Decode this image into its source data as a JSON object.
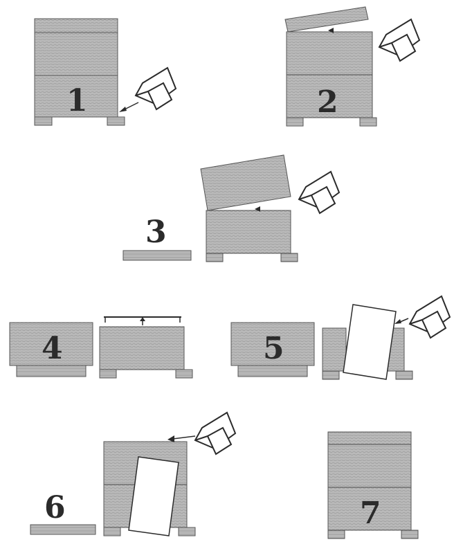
{
  "steps": [
    {
      "label": "1"
    },
    {
      "label": "2"
    },
    {
      "label": "3"
    },
    {
      "label": "4"
    },
    {
      "label": "5"
    },
    {
      "label": "6"
    },
    {
      "label": "7"
    }
  ],
  "colors": {
    "hatch": "#b8b8b8",
    "hatch_line": "#8a8a8a",
    "ink": "#2b2b2b",
    "frame": "#ffffff",
    "background": "#ffffff"
  },
  "icons": [
    "smoker-icon",
    "arrow-icon"
  ]
}
